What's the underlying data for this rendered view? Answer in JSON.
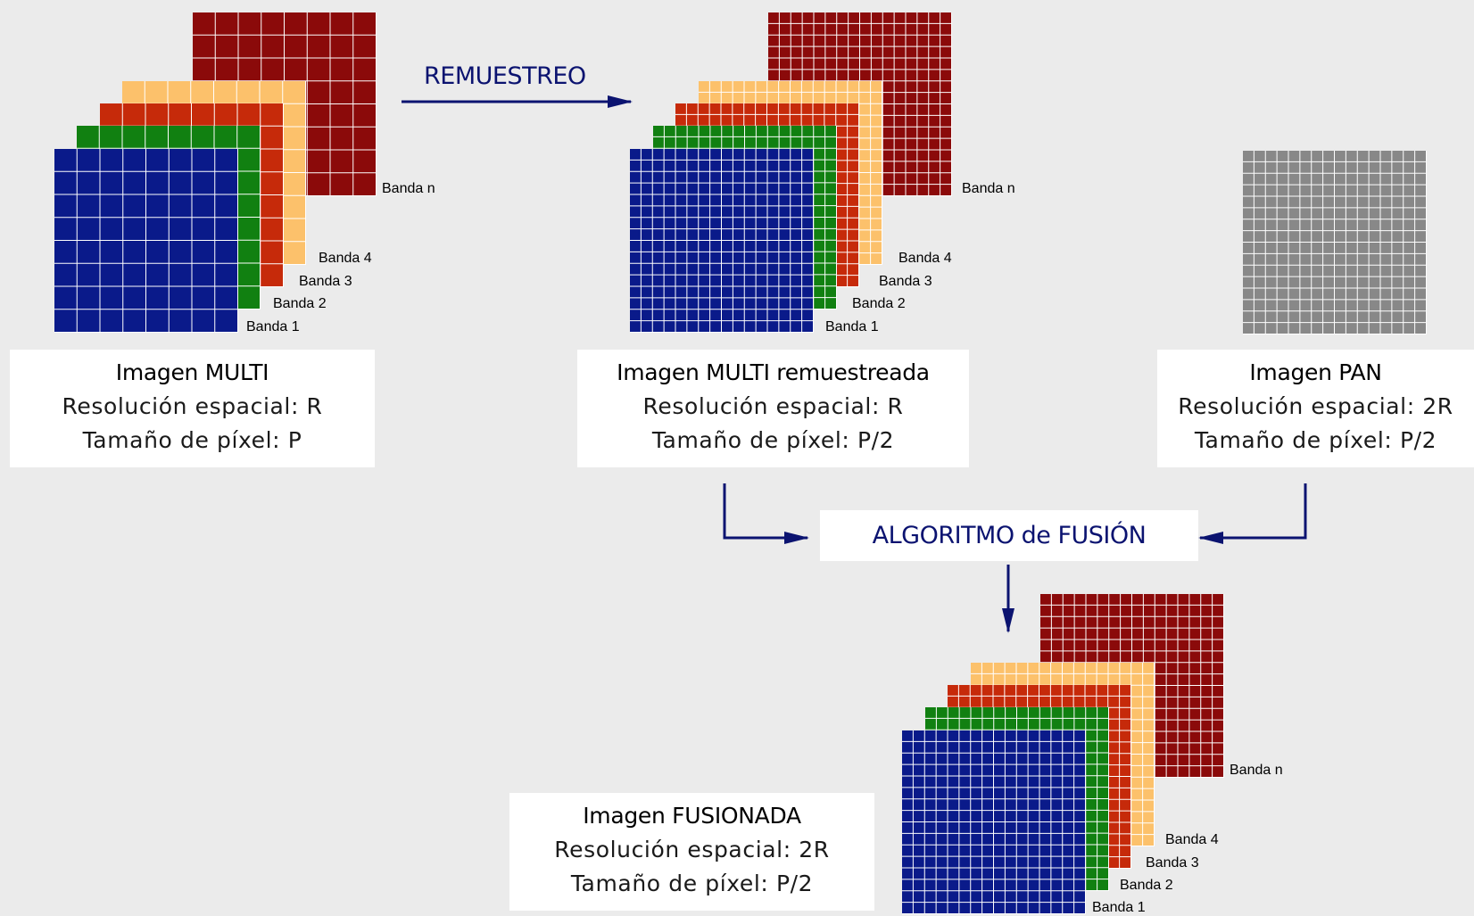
{
  "colors": {
    "background": "#ebebeb",
    "band_n": "#8b0a0a",
    "band_4": "#fcc16b",
    "band_3": "#c62a0a",
    "band_2": "#118011",
    "band_1": "#0a1a8a",
    "pan": "#888888",
    "arrow": "#0b1370"
  },
  "bands": {
    "band_n": "Banda n",
    "band_4": "Banda 4",
    "band_3": "Banda 3",
    "band_2": "Banda 2",
    "band_1": "Banda 1"
  },
  "multi": {
    "title": "Imagen MULTI",
    "resolution": "Resolución espacial: R",
    "pixel_size": "Tamaño de píxel: P"
  },
  "resampled": {
    "title": "Imagen MULTI remuestreada",
    "resolution": "Resolución espacial: R",
    "pixel_size": "Tamaño de píxel: P/2"
  },
  "pan": {
    "title": "Imagen PAN",
    "resolution": "Resolución espacial: 2R",
    "pixel_size": "Tamaño de píxel: P/2"
  },
  "fused": {
    "title": "Imagen FUSIONADA",
    "resolution": "Resolución espacial: 2R",
    "pixel_size": "Tamaño de píxel: P/2"
  },
  "flow": {
    "resample_label": "REMUESTREO",
    "fusion_label": "ALGORITMO de FUSIÓN"
  }
}
